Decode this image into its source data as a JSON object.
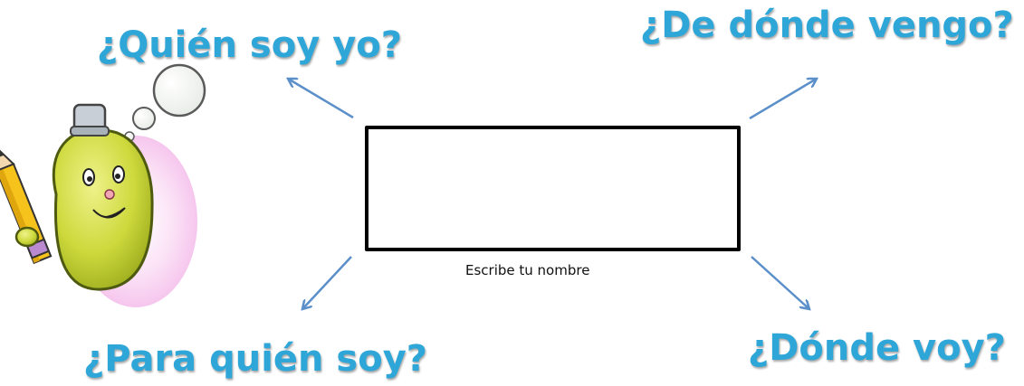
{
  "questions": {
    "top_left": "¿Quién soy yo?",
    "top_right": "¿De dónde vengo?",
    "bottom_left": "¿Para quién soy?",
    "bottom_right": "¿Dónde voy?"
  },
  "name_box": {
    "caption": "Escribe tu nombre"
  },
  "colors": {
    "question_text": "#2ea6d8",
    "arrow": "#5b8fc9",
    "character_body": "#cddc39"
  },
  "illustration": {
    "icon": "canteen-character-with-pencil-icon"
  }
}
